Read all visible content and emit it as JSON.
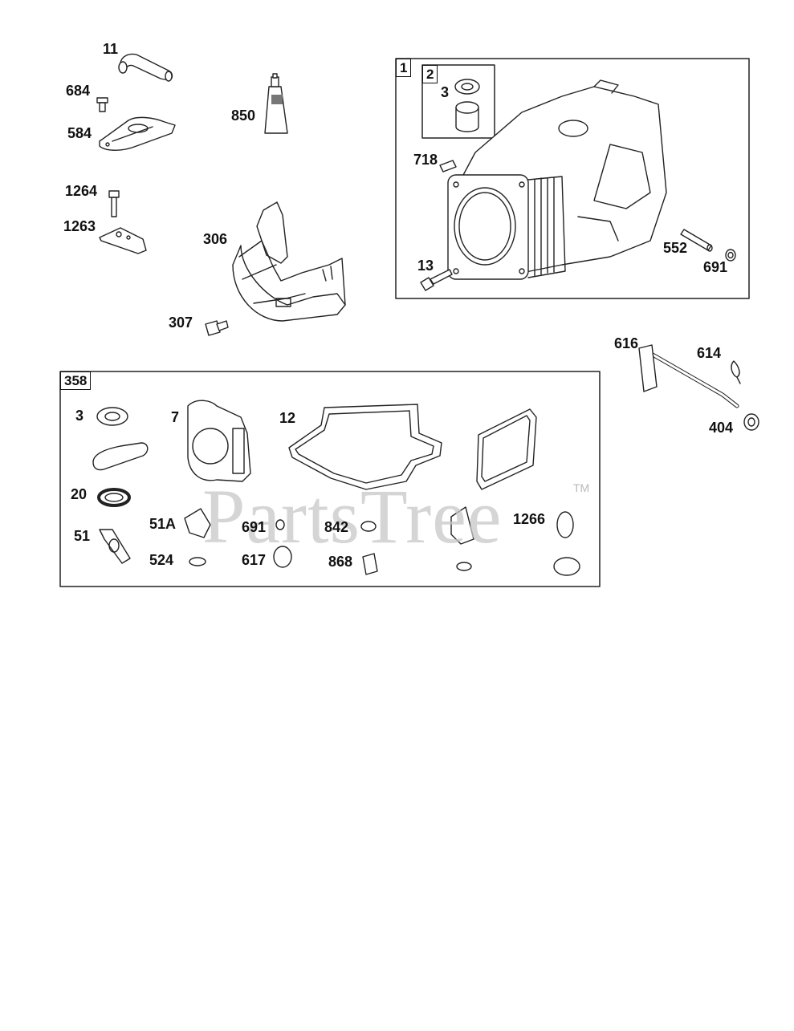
{
  "watermark": {
    "text": "PartsTree",
    "tm": "TM"
  },
  "group_boxes": {
    "cylinder_assembly": "1",
    "bushing_kit": "2",
    "gasket_set": "358"
  },
  "labels": {
    "p11": "11",
    "p684": "684",
    "p584": "584",
    "p850": "850",
    "p1264": "1264",
    "p1263": "1263",
    "p306": "306",
    "p307": "307",
    "p3_top": "3",
    "p718": "718",
    "p552": "552",
    "p691_top": "691",
    "p13": "13",
    "p616": "616",
    "p614": "614",
    "p404": "404",
    "p3_gs": "3",
    "p7": "7",
    "p12": "12",
    "p20": "20",
    "p51": "51",
    "p51a": "51A",
    "p691_gs": "691",
    "p842": "842",
    "p1266": "1266",
    "p524": "524",
    "p617": "617",
    "p868": "868"
  }
}
